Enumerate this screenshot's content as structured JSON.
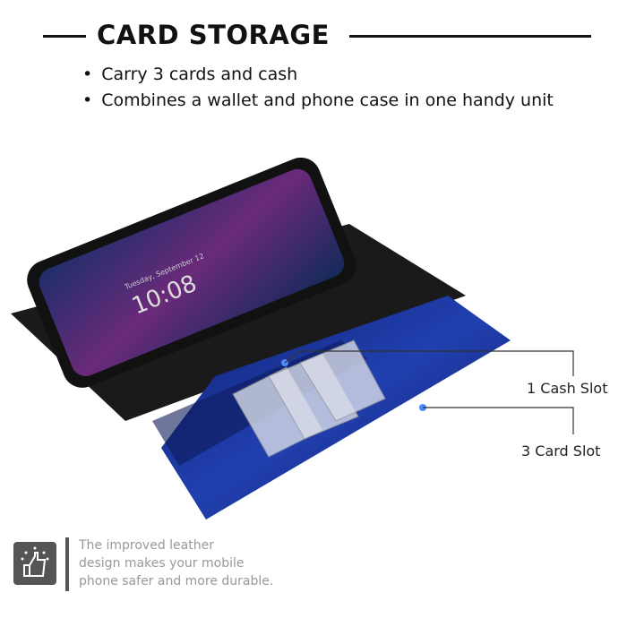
{
  "header": {
    "title": "CARD STORAGE"
  },
  "bullets": [
    "Carry 3 cards and cash",
    "Combines a wallet and phone case in one handy unit"
  ],
  "phone": {
    "time": "10:08",
    "date": "Tuesday, September 12"
  },
  "callouts": {
    "cash": "1 Cash Slot",
    "cards": "3 Card Slot"
  },
  "footer": {
    "lines": [
      "The improved leather",
      "design makes your mobile",
      "phone safer and more durable."
    ],
    "icon": "thumbs-up-icon"
  },
  "colors": {
    "case_blue": "#1a2f8a",
    "case_black": "#1a1a1a",
    "badge": "#555555"
  }
}
